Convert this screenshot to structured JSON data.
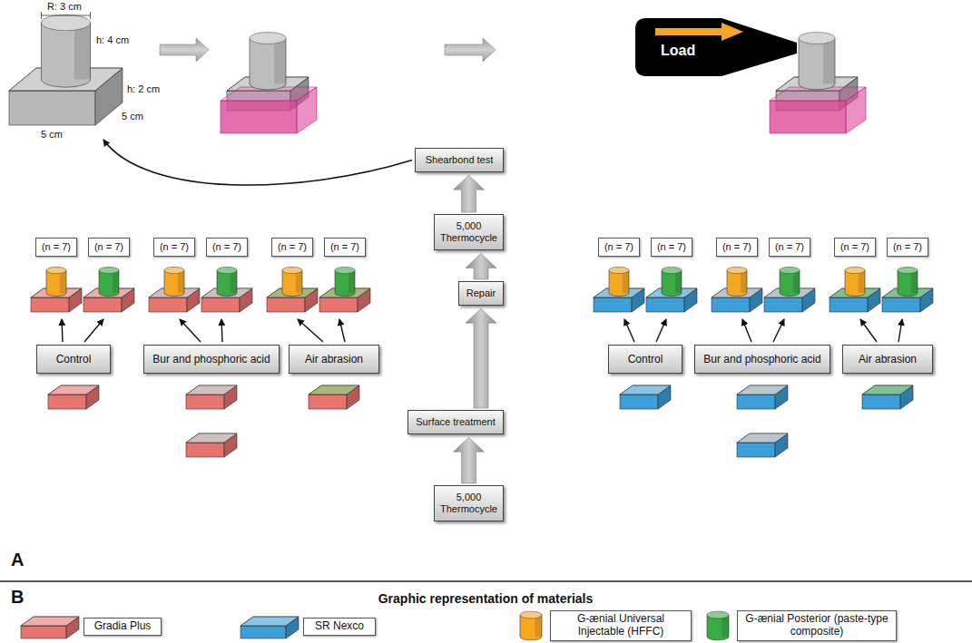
{
  "diagram": {
    "nodes": [
      {
        "text": [
          "Shearbond test"
        ]
      },
      {
        "text": [
          "5,000 Thermocycle"
        ]
      },
      {
        "text": [
          "(n = 7)"
        ]
      },
      {
        "text": [
          "(n = 7)"
        ]
      },
      {
        "text": [
          "(n = 7)"
        ]
      },
      {
        "text": [
          "(n = 7)"
        ]
      },
      {
        "text": [
          "(n = 7)"
        ]
      },
      {
        "text": [
          "(n = 7)"
        ]
      },
      {
        "text": [
          "Repair"
        ]
      },
      {
        "text": [
          "(n = 7)"
        ]
      },
      {
        "text": [
          "(n = 7)"
        ]
      },
      {
        "text": [
          "(n = 7)"
        ]
      },
      {
        "text": [
          "(n = 7)"
        ]
      },
      {
        "text": [
          "(n = 7)"
        ]
      },
      {
        "text": [
          "(n = 7)"
        ]
      },
      {
        "text": [
          "Control"
        ]
      },
      {
        "text": [
          "Bur and phosphoric acid"
        ]
      },
      {
        "text": [
          "Air abrasion"
        ]
      },
      {
        "text": [
          "Surface treatment"
        ]
      },
      {
        "text": [
          "Control"
        ]
      },
      {
        "text": [
          "Bur and phosphoric acid"
        ]
      },
      {
        "text": [
          "Air abrasion"
        ]
      },
      {
        "text": [
          "5,000 Thermocycle"
        ]
      }
    ],
    "edges": [
      {
        "from": 22,
        "to": 18,
        "arrow": "to"
      },
      {
        "from": 18,
        "to": 8,
        "arrow": "to"
      },
      {
        "from": 8,
        "to": 1,
        "arrow": "to"
      },
      {
        "from": 1,
        "to": 0,
        "arrow": "to"
      }
    ],
    "labels": [
      "R: 3 cm",
      "h: 4 cm",
      "h: 2 cm",
      "5 cm",
      "5 cm",
      "Load",
      "A",
      "B",
      "Graphic representation of materials"
    ],
    "legend": [
      {
        "text": "Gradia Plus",
        "color": "#e87470"
      },
      {
        "text": "SR Nexco",
        "color": "#3c9fd9"
      },
      {
        "text": "G-ænial Universal Injectable (HFFC)",
        "color": "#f5a623"
      },
      {
        "text": "G-ænial Posterior (paste-type composite)",
        "color": "#3aaa45"
      }
    ]
  }
}
